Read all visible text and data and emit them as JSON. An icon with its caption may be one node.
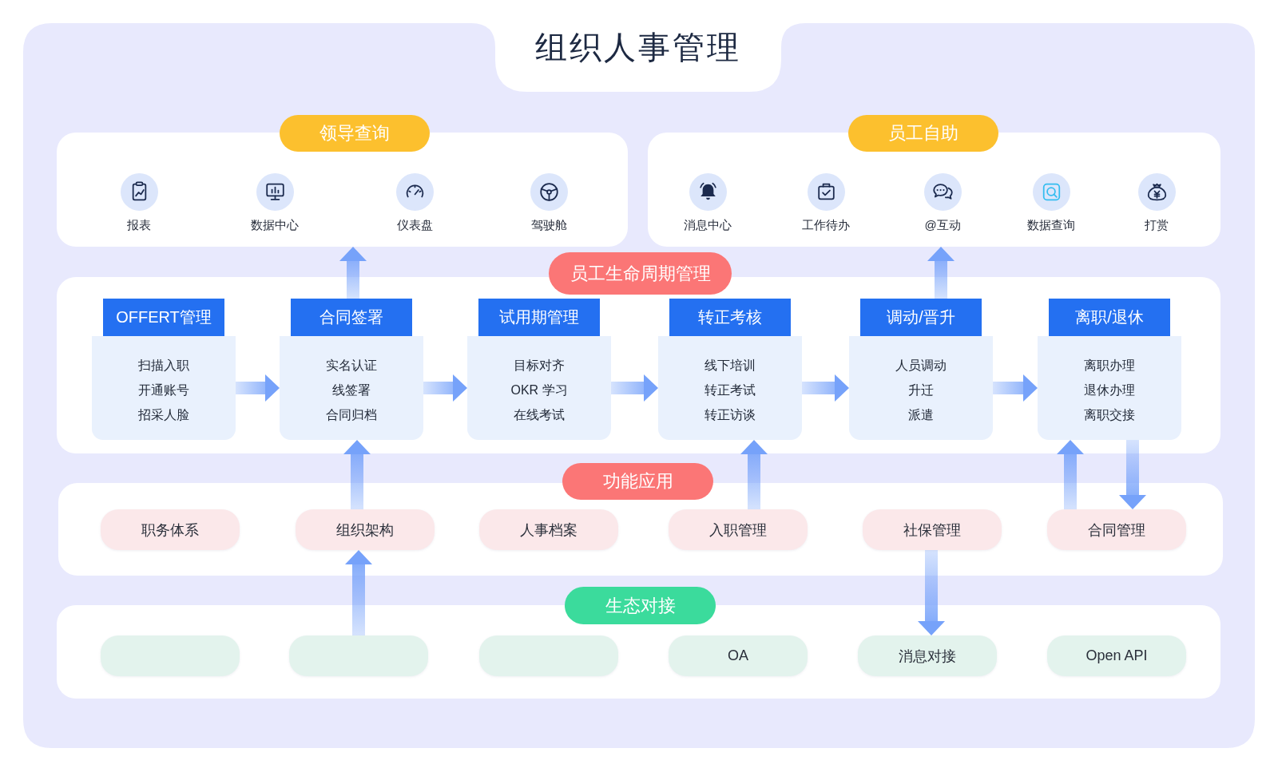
{
  "diagram": {
    "title": "组织人事管理",
    "nodes": [
      {
        "text": [
          "领导查询"
        ]
      },
      {
        "text": [
          "报表"
        ],
        "in": 0
      },
      {
        "text": [
          "数据中心"
        ],
        "in": 0
      },
      {
        "text": [
          "仪表盘"
        ],
        "in": 0
      },
      {
        "text": [
          "驾驶舱"
        ],
        "in": 0
      },
      {
        "text": [
          "员工自助"
        ]
      },
      {
        "text": [
          "消息中心"
        ],
        "in": 5
      },
      {
        "text": [
          "工作待办"
        ],
        "in": 5
      },
      {
        "text": [
          "@互动"
        ],
        "in": 5
      },
      {
        "text": [
          "数据查询"
        ],
        "in": 5
      },
      {
        "text": [
          "打赏"
        ],
        "in": 5
      },
      {
        "text": [
          "员工生命周期管理"
        ]
      },
      {
        "text": [
          "OFFERT管理",
          "扫描入职",
          "开通账号",
          "招采人脸"
        ],
        "in": 11
      },
      {
        "text": [
          "合同签署",
          "实名认证",
          "线签署",
          "合同归档"
        ],
        "in": 11
      },
      {
        "text": [
          "试用期管理",
          "目标对齐",
          "OKR 学习",
          "在线考试"
        ],
        "in": 11
      },
      {
        "text": [
          "转正考核",
          "线下培训",
          "转正考试",
          "转正访谈"
        ],
        "in": 11
      },
      {
        "text": [
          "调动/晋升",
          "人员调动",
          "升迁",
          "派遣"
        ],
        "in": 11
      },
      {
        "text": [
          "离职/退休",
          "离职办理",
          "退休办理",
          "离职交接"
        ],
        "in": 11
      },
      {
        "text": [
          "功能应用"
        ]
      },
      {
        "text": [
          "职务体系"
        ],
        "in": 18
      },
      {
        "text": [
          "组织架构"
        ],
        "in": 18
      },
      {
        "text": [
          "人事档案"
        ],
        "in": 18
      },
      {
        "text": [
          "入职管理"
        ],
        "in": 18
      },
      {
        "text": [
          "社保管理"
        ],
        "in": 18
      },
      {
        "text": [
          "合同管理"
        ],
        "in": 18
      },
      {
        "text": [
          "生态对接"
        ]
      },
      {
        "text": [],
        "shape": "box",
        "in": 25
      },
      {
        "text": [],
        "shape": "box",
        "in": 25
      },
      {
        "text": [],
        "shape": "box",
        "in": 25
      },
      {
        "text": [
          "OA"
        ],
        "in": 25
      },
      {
        "text": [
          "消息对接"
        ],
        "in": 25
      },
      {
        "text": [
          "Open API"
        ],
        "in": 25
      }
    ],
    "edges": [
      {
        "from": 12,
        "to": 13,
        "arrow": "to"
      },
      {
        "from": 13,
        "to": 14,
        "arrow": "to"
      },
      {
        "from": 14,
        "to": 15,
        "arrow": "to"
      },
      {
        "from": 15,
        "to": 16,
        "arrow": "to"
      },
      {
        "from": 16,
        "to": 17,
        "arrow": "to"
      },
      {
        "from": 13,
        "to": 0,
        "arrow": "to"
      },
      {
        "from": 16,
        "to": 5,
        "arrow": "to"
      },
      {
        "from": 20,
        "to": 13,
        "arrow": "to"
      },
      {
        "from": 22,
        "to": 15,
        "arrow": "to"
      },
      {
        "from": 24,
        "to": 17,
        "arrow": "to"
      },
      {
        "from": 17,
        "to": 24,
        "arrow": "to"
      },
      {
        "from": 27,
        "to": 20,
        "arrow": "to"
      },
      {
        "from": 23,
        "to": 30,
        "arrow": "to"
      }
    ]
  }
}
